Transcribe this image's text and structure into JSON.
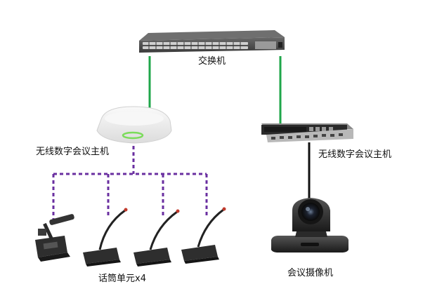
{
  "labels": {
    "switch": "交换机",
    "wireless_host_left": "无线数字会议主机",
    "wireless_host_right": "无线数字会议主机",
    "microphones": "话筒单元x4",
    "camera": "会议摄像机"
  },
  "colors": {
    "ethernet_link": "#1fa64a",
    "wireless_link": "#6a2fa0",
    "video_link": "#111111",
    "device_dark": "#2a2a2a",
    "access_point_body": "#eeeeee",
    "access_point_ring": "#7bdc5a"
  },
  "icons": {
    "switch": "network-switch-icon",
    "access_point": "wireless-access-point-icon",
    "rack_host": "rack-host-icon",
    "chairman_mic": "chairman-microphone-icon",
    "delegate_mic": "delegate-microphone-icon",
    "camera": "ptz-camera-icon"
  }
}
